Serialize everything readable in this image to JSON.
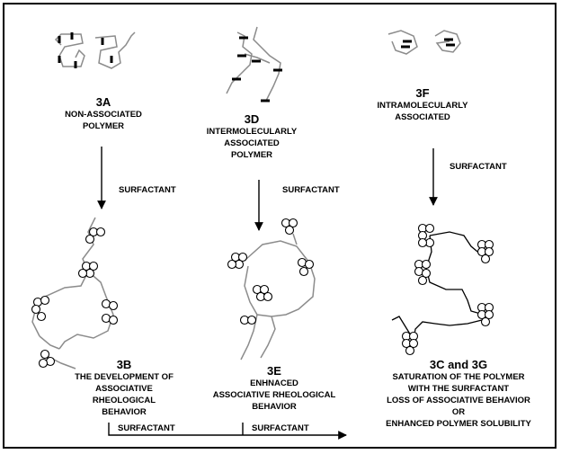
{
  "panels": {
    "a": {
      "id": "3A",
      "lines": [
        "NON-ASSOCIATED",
        "POLYMER"
      ]
    },
    "d": {
      "id": "3D",
      "lines": [
        "INTERMOLECULARLY",
        "ASSOCIATED",
        "POLYMER"
      ]
    },
    "f": {
      "id": "3F",
      "lines": [
        "INTRAMOLECULARLY",
        "ASSOCIATED"
      ]
    },
    "b": {
      "id": "3B",
      "lines": [
        "THE DEVELOPMENT OF",
        "ASSOCIATIVE",
        "RHEOLOGICAL",
        "BEHAVIOR"
      ]
    },
    "e": {
      "id": "3E",
      "lines": [
        "ENHNACED",
        "ASSOCIATIVE RHEOLOGICAL",
        "BEHAVIOR"
      ]
    },
    "cg": {
      "id": "3C and 3G",
      "lines": [
        "SATURATION OF THE POLYMER",
        "WITH THE SURFACTANT",
        "LOSS OF ASSOCIATIVE BEHAVIOR",
        "OR",
        "ENHANCED POLYMER SOLUBILITY"
      ]
    }
  },
  "arrows": {
    "left": "SURFACTANT",
    "middle": "SURFACTANT",
    "right": "SURFACTANT",
    "bottom_1": "SURFACTANT",
    "bottom_2": "SURFACTANT"
  },
  "colors": {
    "chain": "#8c8c8c",
    "ink": "#000000"
  }
}
